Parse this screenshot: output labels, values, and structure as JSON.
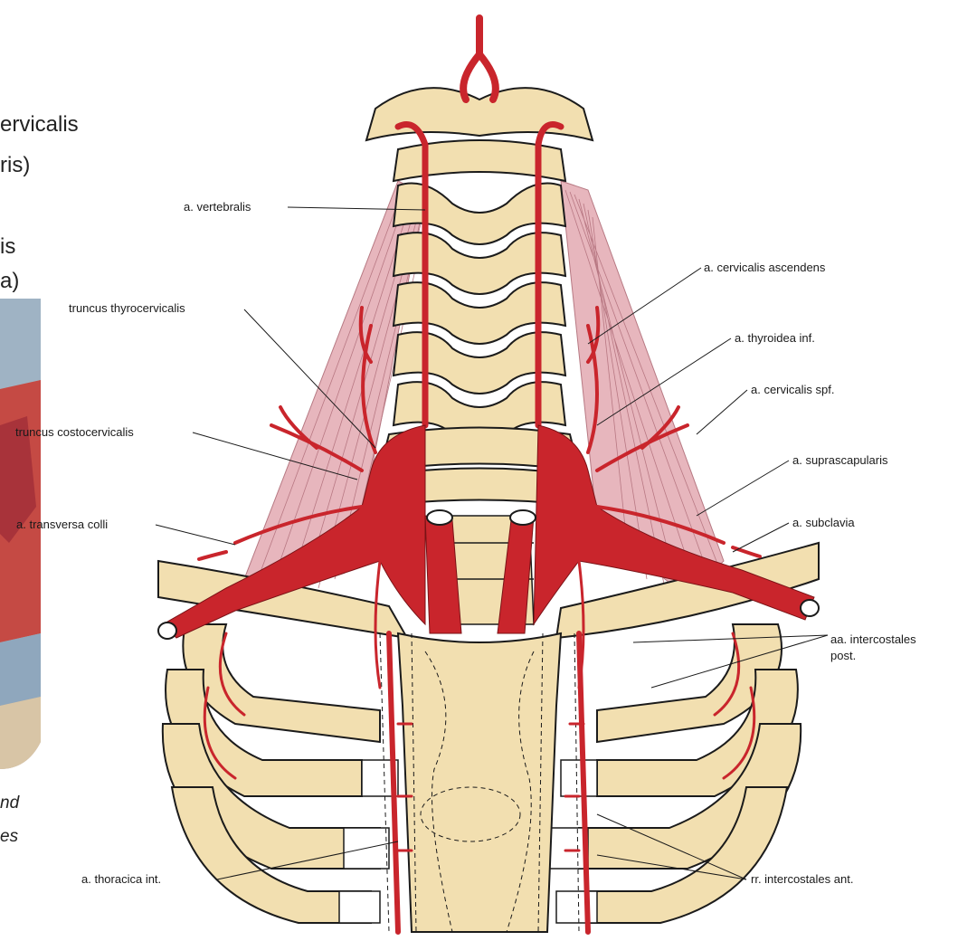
{
  "left_panel": {
    "text_lines": [
      "ervicalis",
      "ris)",
      "is",
      "a)"
    ],
    "italic_lines": [
      "nd",
      "es"
    ]
  },
  "labels": {
    "vertebralis": "a. vertebralis",
    "thyrocervicalis": "truncus thyrocervicalis",
    "costocervicalis": "truncus costocervicalis",
    "transversa_colli": "a. transversa colli",
    "thoracica_int": "a. thoracica int.",
    "cervicalis_ascendens": "a. cervicalis ascendens",
    "thyroidea_inf": "a. thyroidea inf.",
    "cervicalis_spf": "a. cervicalis spf.",
    "suprascapularis": "a. suprascapularis",
    "subclavia": "a. subclavia",
    "intercostales_post_1": "aa. intercostales",
    "intercostales_post_2": "post.",
    "intercostales_ant": "rr. intercostales ant."
  },
  "colors": {
    "artery": "#c9252c",
    "bone": "#f2dfb0",
    "muscle": "#e7b6bd"
  }
}
